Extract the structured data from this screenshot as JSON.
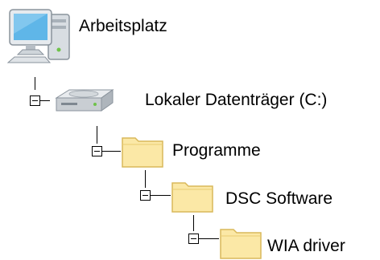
{
  "tree": {
    "root": {
      "label": "Arbeitsplatz",
      "icon": "computer-icon"
    },
    "drive": {
      "label": "Lokaler Datenträger (C:)",
      "icon": "hard-drive-icon",
      "expanded": true
    },
    "programs": {
      "label": "Programme",
      "icon": "folder-icon",
      "expanded": true
    },
    "dsc": {
      "label": "DSC Software",
      "icon": "folder-icon",
      "expanded": true
    },
    "wia": {
      "label": "WIA driver",
      "icon": "folder-icon",
      "expanded": true
    }
  },
  "colors": {
    "folder_fill": "#fbe8a6",
    "folder_stroke": "#d9b85a",
    "monitor_screen": "#5fb6e8",
    "drive_body": "#c9ced3"
  }
}
